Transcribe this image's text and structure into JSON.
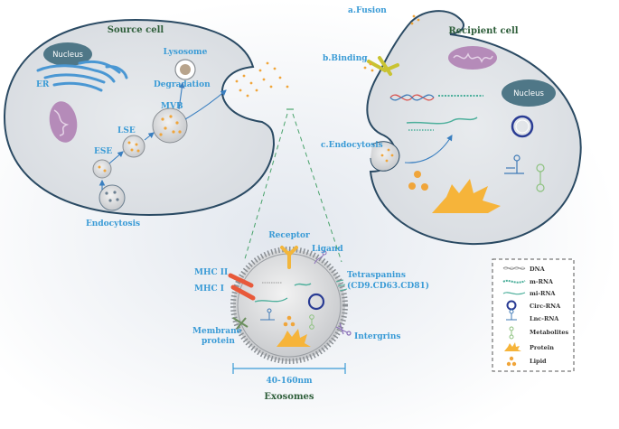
{
  "source_cell": {
    "title": "Source cell",
    "nucleus": "Nucleus",
    "er": "ER",
    "lysosome": "Lysosome",
    "degradation": "Degradation",
    "mvb": "MVB",
    "lse": "LSE",
    "ese": "ESE",
    "endocytosis": "Endocytosis"
  },
  "recipient_cell": {
    "title": "Recipient cell",
    "nucleus": "Nucleus",
    "fusion": "a.Fusion",
    "binding": "b.Binding",
    "endocytosis": "c.Endocytosis"
  },
  "exosome": {
    "receptor": "Receptor",
    "ligand": "Ligand",
    "mhc2": "MHC II",
    "mhc1": "MHC I",
    "tetraspanins_1": "Tetraspanins",
    "tetraspanins_2": "(CD9.CD63.CD81)",
    "membrane_1": "Membrane",
    "membrane_2": "protein",
    "intergrins": "Intergrins",
    "size": "40-160nm",
    "title": "Exosomes"
  },
  "legend": {
    "items": [
      {
        "label": "DNA",
        "icon": "dna-icon"
      },
      {
        "label": "m-RNA",
        "icon": "mrna-icon"
      },
      {
        "label": "mi-RNA",
        "icon": "mirna-icon"
      },
      {
        "label": "Circ-RNA",
        "icon": "circ-rna-icon"
      },
      {
        "label": "Lnc-RNA",
        "icon": "lnc-rna-icon"
      },
      {
        "label": "Metabolites",
        "icon": "metabolites-icon"
      },
      {
        "label": "Protein",
        "icon": "protein-icon"
      },
      {
        "label": "Lipid",
        "icon": "lipid-icon"
      }
    ]
  },
  "colors": {
    "cell_fill": "#dde1e6",
    "cell_stroke": "#2a4a63",
    "nucleus": "#4f7787",
    "er": "#4a97d3",
    "mito": "#b58bb9",
    "accent_blue": "#3a9bd6",
    "dot_orange": "#f0a53a",
    "receptor": "#f2b63c",
    "mhc": "#e8593a",
    "circ_rna": "#2a3c94",
    "dna_red": "#d9534f",
    "rna_green": "#4caf9b",
    "lnc_blue": "#3f7ab6",
    "metab_green": "#8dc27f"
  }
}
